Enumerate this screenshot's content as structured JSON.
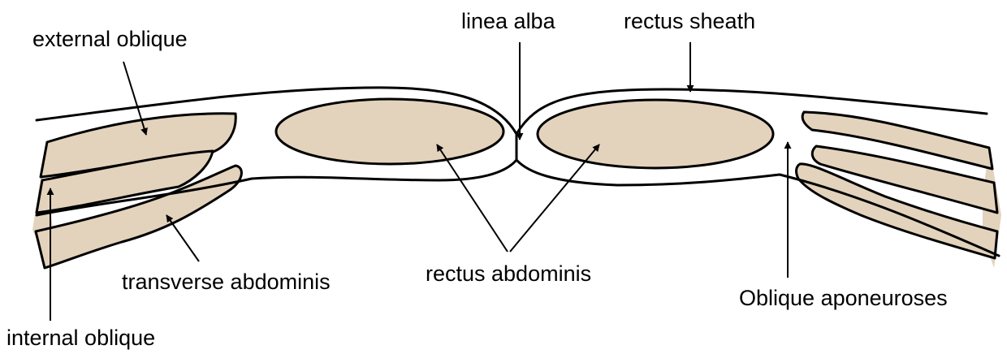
{
  "colors": {
    "muscle_fill": "#E3D3BC",
    "outline": "#000000",
    "background": "#FFFFFF",
    "text": "#000000"
  },
  "labels": {
    "external_oblique": "external oblique",
    "linea_alba": "linea alba",
    "rectus_sheath": "rectus sheath",
    "transverse_abdominis": "transverse abdominis",
    "rectus_abdominis": "rectus abdominis",
    "oblique_aponeuroses": "Oblique aponeuroses",
    "internal_oblique": "internal oblique"
  }
}
